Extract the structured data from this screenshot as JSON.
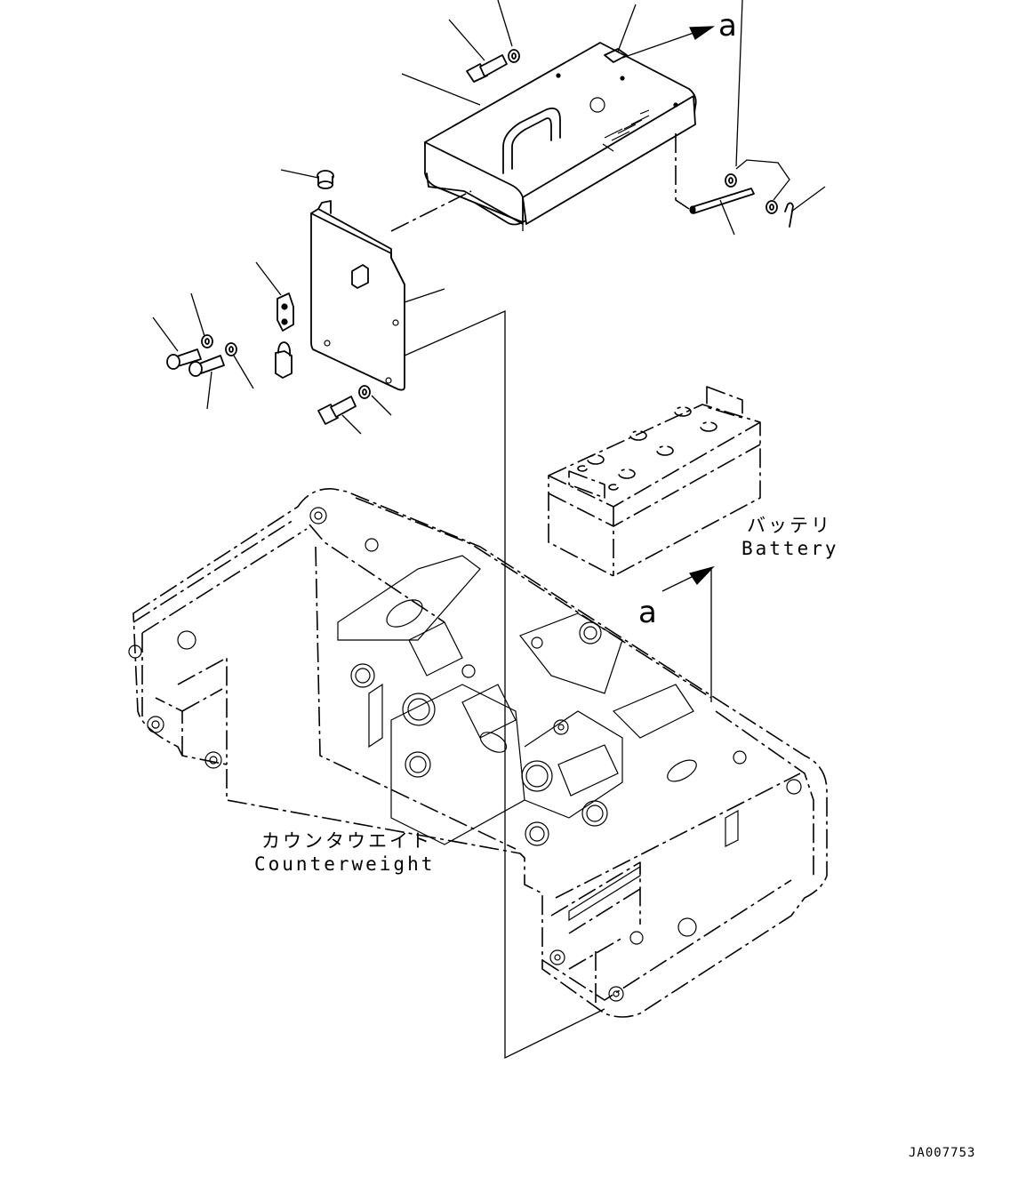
{
  "labels": {
    "battery_jp": "バッテリ",
    "battery_en": "Battery",
    "counterweight_jp": "カウンタウエイト",
    "counterweight_en": "Counterweight",
    "view_mark_top": "a",
    "view_mark_lower": "a",
    "drawing_code": "JA007753"
  }
}
